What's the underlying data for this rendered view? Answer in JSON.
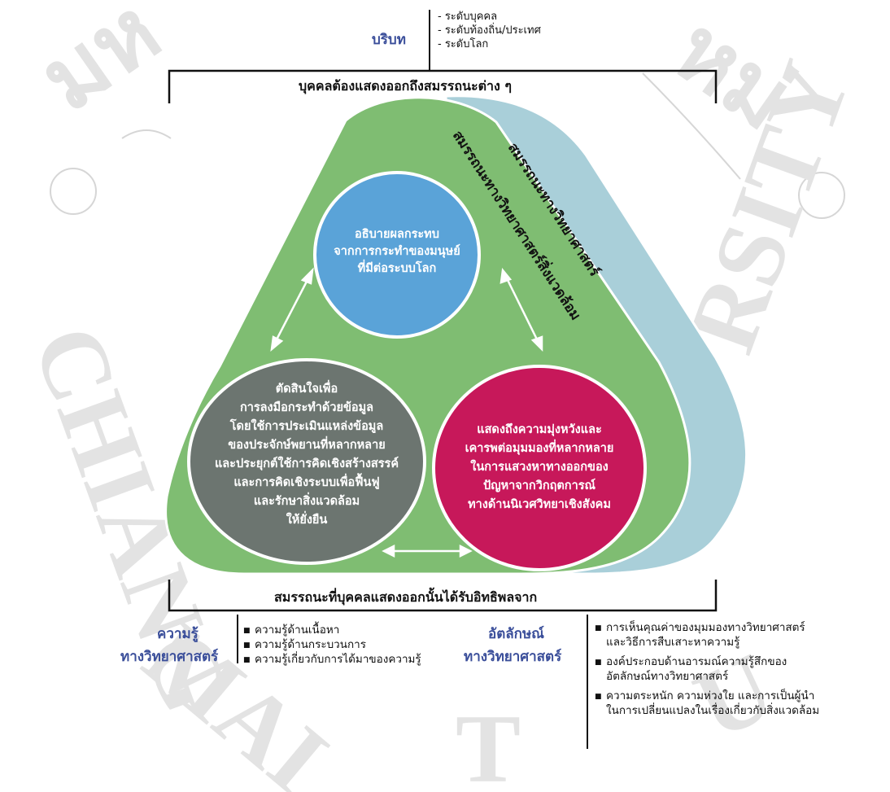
{
  "watermark": {
    "text_top_left": "มห",
    "text_top_right": "หม่",
    "text_left": "CHIANG",
    "text_right": "RSITY",
    "text_bottom_left": "MAI",
    "text_bottom_mid": "T",
    "text_bottom_right": "U"
  },
  "context": {
    "label": "บริบท",
    "levels": [
      "- ระดับบุคคล",
      "- ระดับท้องถิ่น/ประเทศ",
      "- ระดับโลก"
    ]
  },
  "top_heading": "บุคคลต้องแสดงออกถึงสมรรถนะต่าง ๆ",
  "bottom_heading": "สมรรถนะที่บุคคลแสดงออกนั้นได้รับอิทธิพลจาก",
  "outer_band_label": "สมรรถนะทางวิทยาศาสตร์",
  "inner_band_label": "สมรรถนะทางวิทยาศาสตร์สิ่งแวดล้อม",
  "circles": {
    "blue": [
      "อธิบายผลกระทบ",
      "จากการกระทำของมนุษย์",
      "ที่มีต่อระบบโลก"
    ],
    "gray": [
      "ตัดสินใจเพื่อ",
      "การลงมือกระทำด้วยข้อมูล",
      "โดยใช้การประเมินแหล่งข้อมูล",
      "ของประจักษ์พยานที่หลากหลาย",
      "และประยุกต์ใช้การคิดเชิงสร้างสรรค์",
      "และการคิดเชิงระบบเพื่อฟื้นฟู",
      "และรักษาสิ่งแวดล้อม",
      "ให้ยั่งยืน"
    ],
    "red": [
      "แสดงถึงความมุ่งหวังและ",
      "เคารพต่อมุมมองที่หลากหลาย",
      "ในการแสวงหาทางออกของ",
      "ปัญหาจากวิกฤตการณ์",
      "ทางด้านนิเวศวิทยาเชิงสังคม"
    ]
  },
  "knowledge": {
    "label_line1": "ความรู้",
    "label_line2": "ทางวิทยาศาสตร์",
    "items": [
      "ความรู้ด้านเนื้อหา",
      "ความรู้ด้านกระบวนการ",
      "ความรู้เกี่ยวกับการได้มาของความรู้"
    ]
  },
  "identity": {
    "label_line1": "อัตลักษณ์",
    "label_line2": "ทางวิทยาศาสตร์",
    "items": [
      [
        "การเห็นคุณค่าของมุมมองทางวิทยาศาสตร์",
        "และวิธีการสืบเสาะหาความรู้"
      ],
      [
        "องค์ประกอบด้านอารมณ์ความรู้สึกของ",
        "อัตลักษณ์ทางวิทยาศาสตร์"
      ],
      [
        "ความตระหนัก ความห่วงใย และการเป็นผู้นำ",
        "ในการเปลี่ยนแปลงในเรื่องเกี่ยวกับสิ่งแวดล้อม"
      ]
    ]
  },
  "colors": {
    "green": "#7fbd72",
    "teal": "#a9cfd9",
    "blue_circle": "#5aa3d8",
    "gray_circle": "#6c7570",
    "red_circle": "#c7185a",
    "label_blue": "#3a4e9a"
  }
}
